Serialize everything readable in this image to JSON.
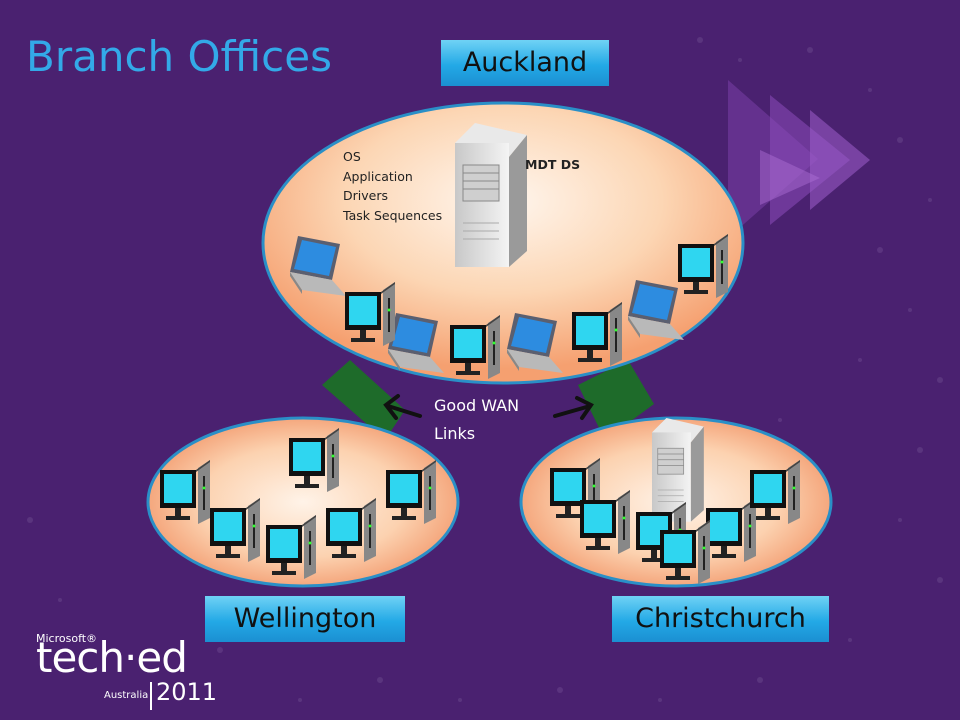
{
  "slide": {
    "title": "Branch Offices",
    "colors": {
      "background": "#4a2170",
      "title": "#33a9e8",
      "label": "#23a9e6",
      "wan_link": "#1e6b2a"
    }
  },
  "sites": {
    "auckland": {
      "label": "Auckland"
    },
    "wellington": {
      "label": "Wellington"
    },
    "christchurch": {
      "label": "Christchurch"
    }
  },
  "server": {
    "content_lines": [
      "OS",
      "Application",
      "Drivers",
      "Task Sequences"
    ],
    "label": "MDT  DS"
  },
  "wan": {
    "text_line1": "Good WAN",
    "text_line2": "Links"
  },
  "logo": {
    "brand": "Microsoft®",
    "product": "tech·ed",
    "region": "Australia",
    "year": "2011"
  }
}
